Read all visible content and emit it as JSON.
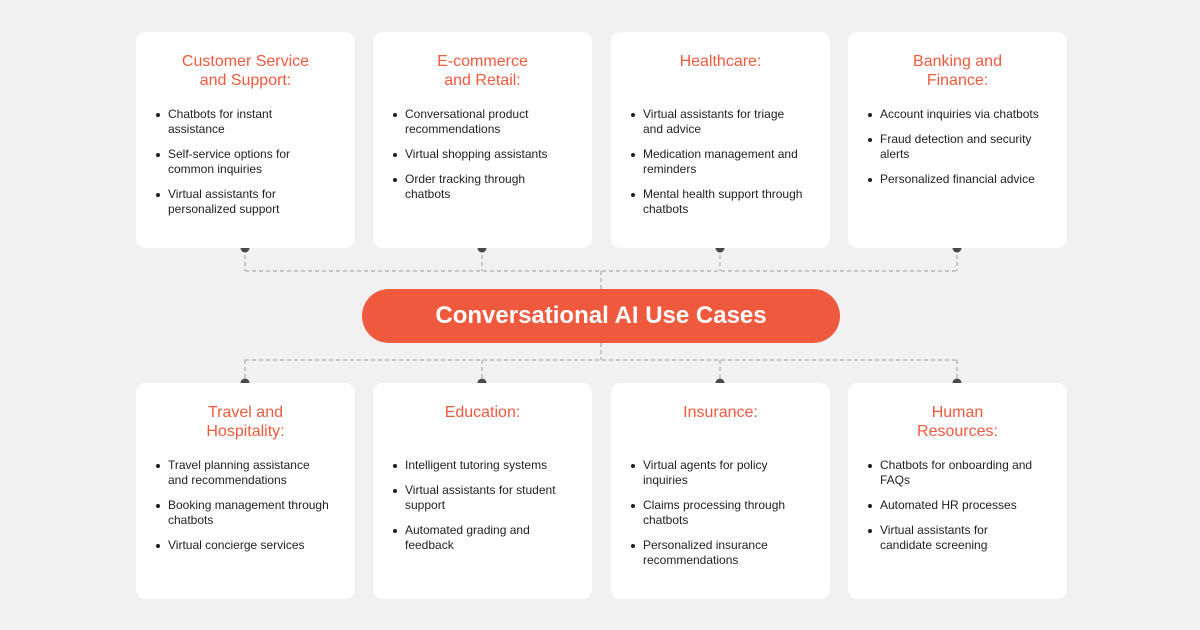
{
  "colors": {
    "background": "#f1f1f1",
    "card": "#ffffff",
    "accent": "#ef5a3e",
    "text": "#1e1e1e",
    "connector_dot": "#4a4a4a",
    "connector_line": "#b9b9b9"
  },
  "center": {
    "title": "Conversational AI Use Cases"
  },
  "cards": [
    {
      "title": "Customer Service\nand Support:",
      "items": [
        "Chatbots for instant\nassistance",
        "Self-service options for\ncommon inquiries",
        "Virtual assistants for\npersonalized support"
      ]
    },
    {
      "title": "E-commerce\nand Retail:",
      "items": [
        "Conversational product\nrecommendations",
        "Virtual shopping assistants",
        "Order tracking through\nchatbots"
      ]
    },
    {
      "title": "Healthcare:",
      "items": [
        "Virtual assistants for triage\nand advice",
        "Medication management and\nreminders",
        "Mental health support through\nchatbots"
      ]
    },
    {
      "title": "Banking and\nFinance:",
      "items": [
        "Account inquiries via chatbots",
        "Fraud detection and security\nalerts",
        "Personalized financial advice"
      ]
    },
    {
      "title": "Travel and\nHospitality:",
      "items": [
        "Travel planning assistance\nand recommendations",
        "Booking management through\nchatbots",
        "Virtual concierge services"
      ]
    },
    {
      "title": "Education:",
      "items": [
        "Intelligent tutoring systems",
        "Virtual assistants for student\nsupport",
        "Automated grading and\nfeedback"
      ]
    },
    {
      "title": "Insurance:",
      "items": [
        "Virtual agents for policy\ninquiries",
        "Claims processing through\nchatbots",
        "Personalized insurance\nrecommendations"
      ]
    },
    {
      "title": "Human\nResources:",
      "items": [
        "Chatbots for onboarding and\nFAQs",
        "Automated HR processes",
        "Virtual assistants for\ncandidate screening"
      ]
    }
  ]
}
